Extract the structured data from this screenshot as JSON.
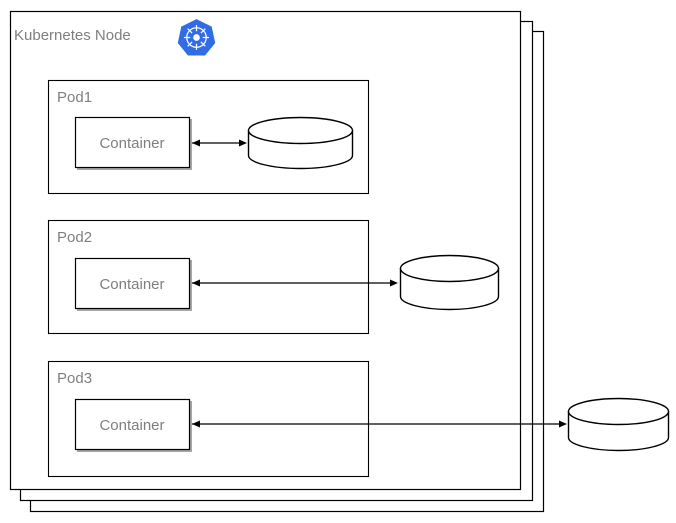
{
  "diagram": {
    "title": "Kubernetes Node",
    "type": "kubernetes-storage-architecture",
    "logo": {
      "name": "kubernetes-logo",
      "color": "#326ce5"
    },
    "colors": {
      "text": "#7f7f7f",
      "stroke": "#000000",
      "frame_stroke": "#000000",
      "background": "#ffffff",
      "kubernetes_blue": "#326ce5"
    },
    "node_frame": {
      "label": "Kubernetes Node",
      "stacked_copies": 3
    },
    "pods": [
      {
        "label": "Pod1",
        "container_label": "Container",
        "storage_label": "",
        "arrow": "bidirectional",
        "storage_scope": "in-pod"
      },
      {
        "label": "Pod2",
        "container_label": "Container",
        "storage_label": "",
        "arrow": "bidirectional",
        "storage_scope": "in-node"
      },
      {
        "label": "Pod3",
        "container_label": "Container",
        "storage_label": "",
        "arrow": "unidirectional",
        "storage_scope": "external"
      }
    ],
    "databases": [
      {
        "name": "pod1-database",
        "scope": "inside-pod1"
      },
      {
        "name": "pod2-database",
        "scope": "inside-node"
      },
      {
        "name": "external-database",
        "scope": "outside-node"
      }
    ]
  }
}
